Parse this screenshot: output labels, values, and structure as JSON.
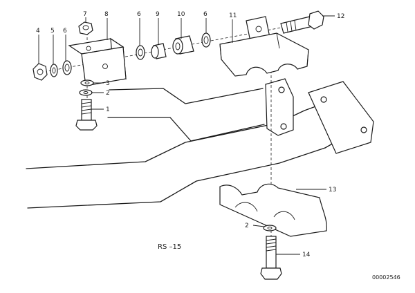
{
  "parts": [
    {
      "number": "1"
    },
    {
      "number": "2"
    },
    {
      "number": "3"
    },
    {
      "number": "4"
    },
    {
      "number": "5"
    },
    {
      "number": "6"
    },
    {
      "number": "7"
    },
    {
      "number": "8"
    },
    {
      "number": "9"
    },
    {
      "number": "10"
    },
    {
      "number": "11"
    },
    {
      "number": "12"
    },
    {
      "number": "13"
    },
    {
      "number": "14"
    }
  ],
  "caption": "RS –15",
  "doc_number": "00002546"
}
